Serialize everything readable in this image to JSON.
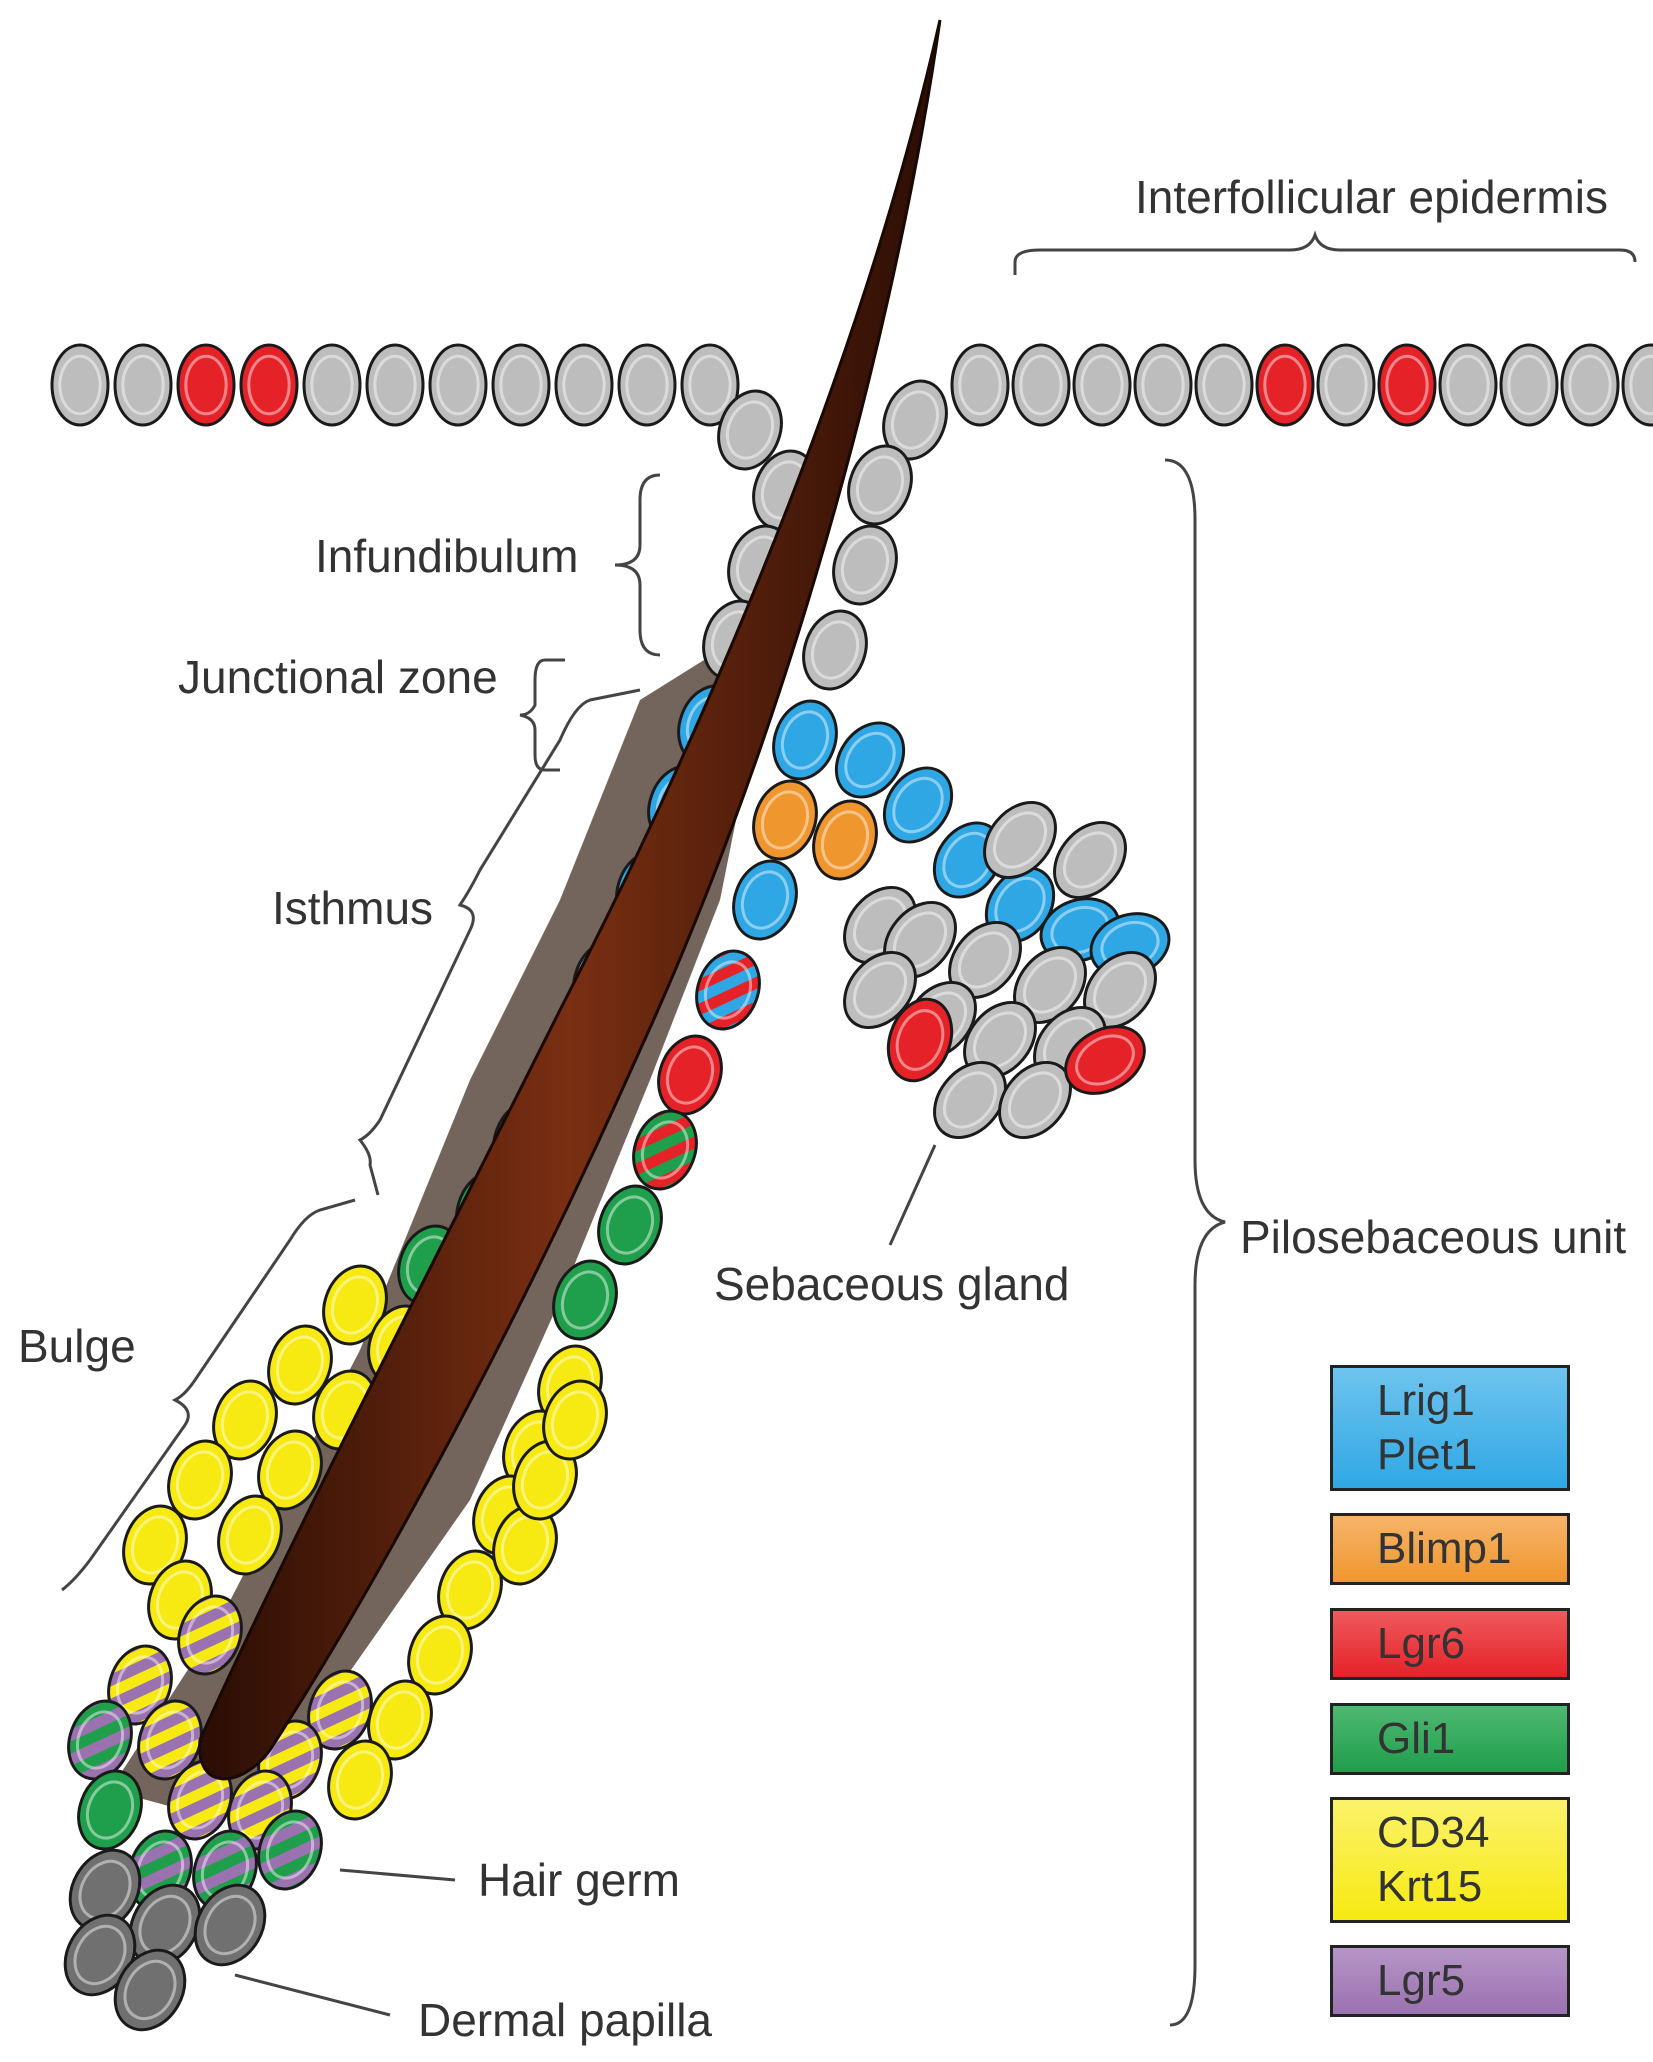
{
  "labels": {
    "interfollicular": "Interfollicular epidermis",
    "infundibulum": "Infundibulum",
    "junctional": "Junctional zone",
    "isthmus": "Isthmus",
    "bulge": "Bulge",
    "sebaceous": "Sebaceous gland",
    "pilosebaceous": "Pilosebaceous unit",
    "hair_germ": "Hair germ",
    "dermal_papilla": "Dermal papilla"
  },
  "legend": [
    {
      "lines": [
        "Lrig1",
        "Plet1"
      ],
      "color": "#2fa7e4"
    },
    {
      "lines": [
        "Blimp1"
      ],
      "color": "#f0962e"
    },
    {
      "lines": [
        "Lgr6"
      ],
      "color": "#e52228"
    },
    {
      "lines": [
        "Gli1"
      ],
      "color": "#1f9e4b"
    },
    {
      "lines": [
        "CD34",
        "Krt15"
      ],
      "color": "#f6ea12"
    },
    {
      "lines": [
        "Lgr5"
      ],
      "color": "#9b72b0"
    }
  ],
  "colors": {
    "grey_cell": "#bdbdbd",
    "dark_cell": "#707070",
    "hair": "#4a1d0c"
  }
}
